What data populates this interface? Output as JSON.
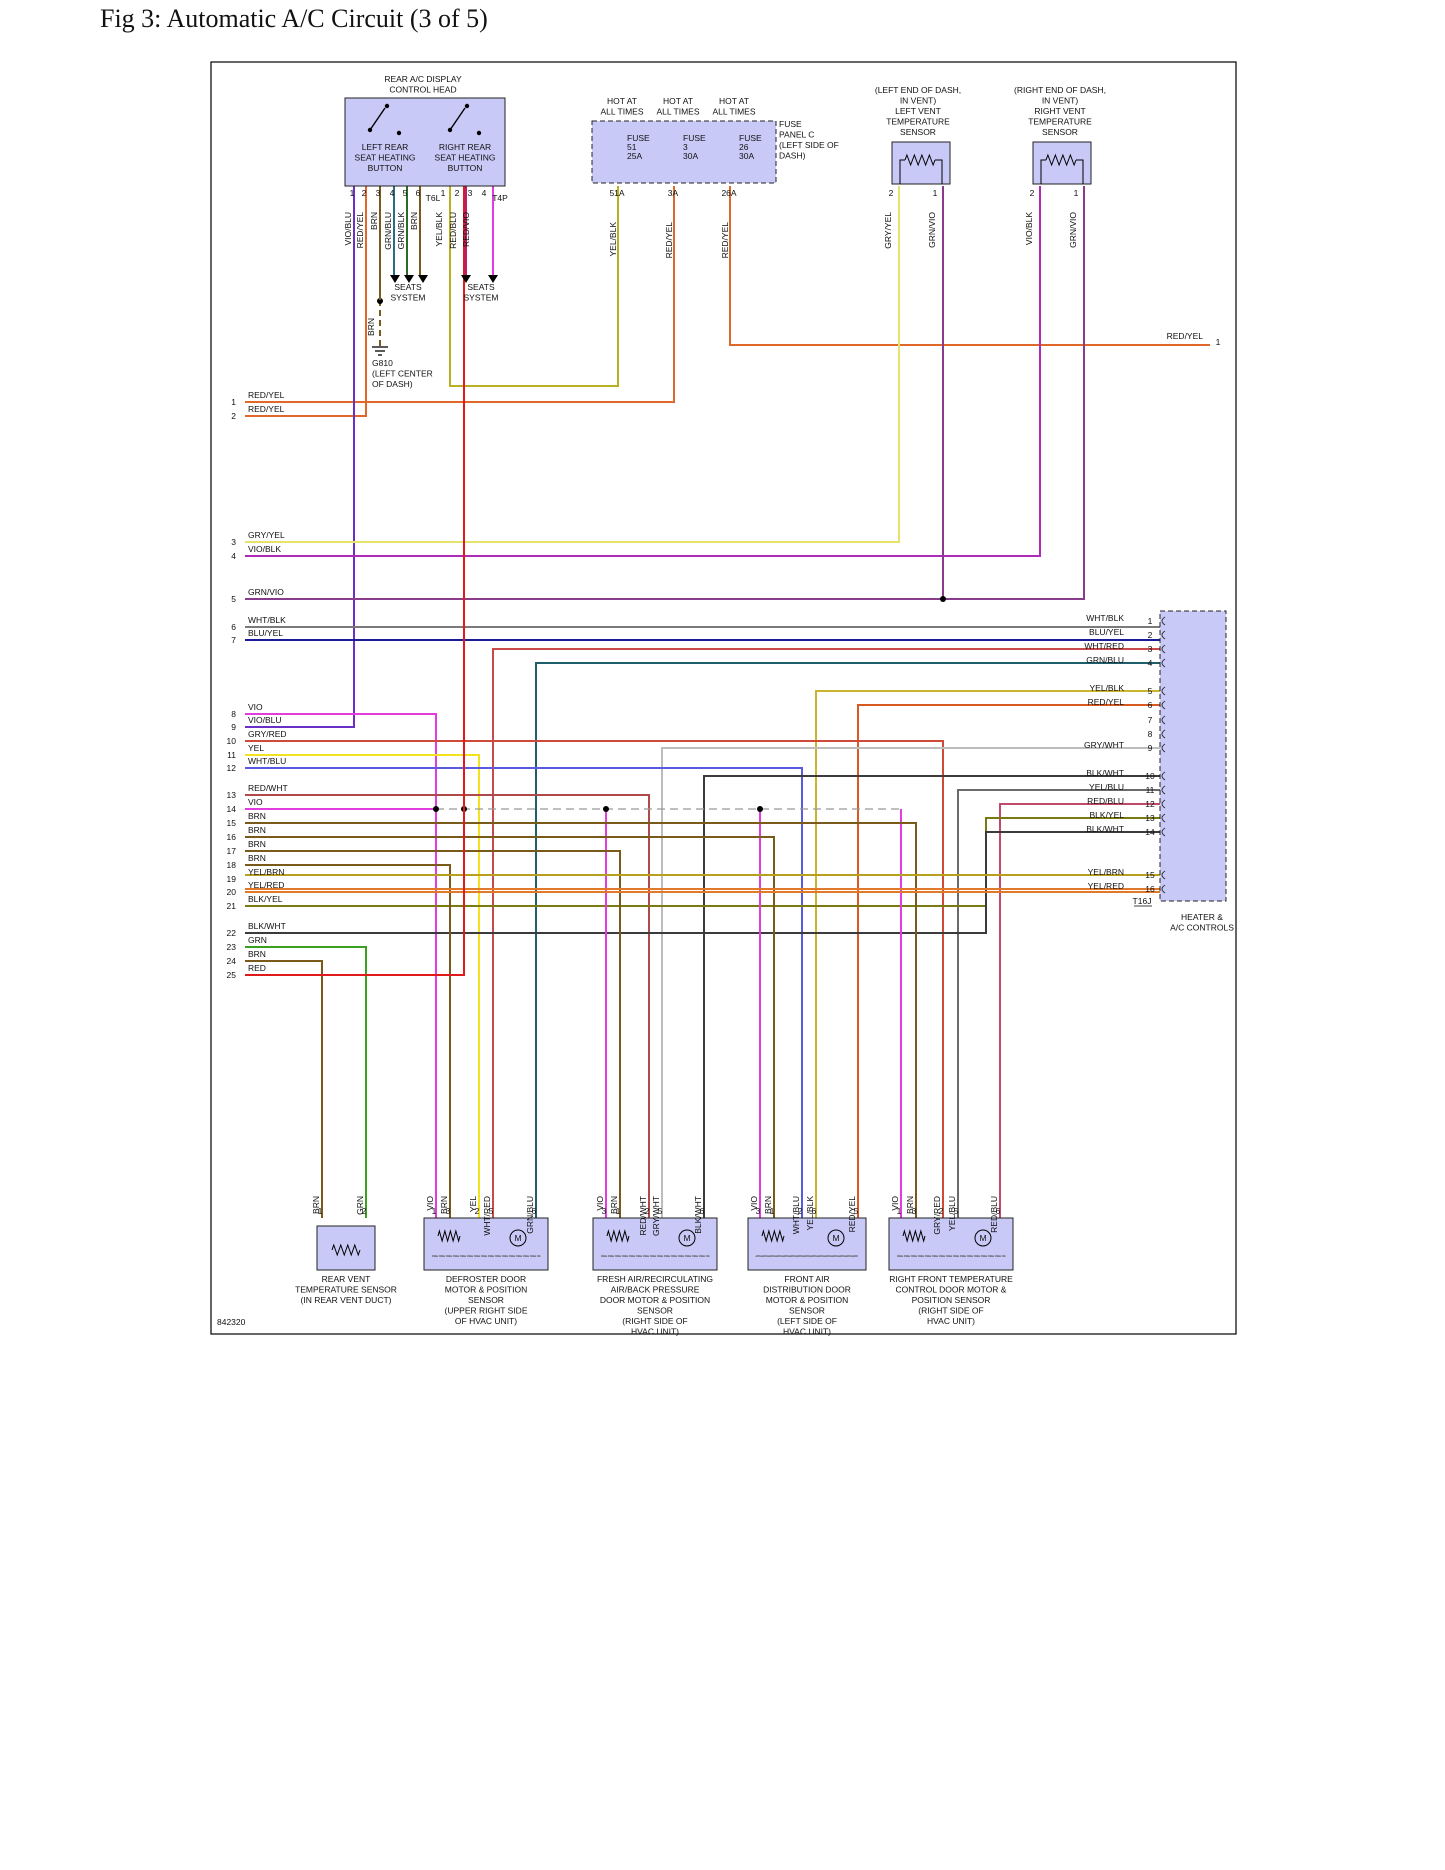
{
  "page": {
    "title": "Fig 3: Automatic A/C Circuit (3 of 5)",
    "figure_id": "842320"
  },
  "colors": {
    "red_yel": "#e0682a",
    "vio_blu": "#6a2fc9",
    "vio": "#e23be0",
    "vio_blk": "#b02ab8",
    "gry_yel": "#e6e36c",
    "grn_vio": "#8a3c8c",
    "wht_blk": "#7a7a7a",
    "blu_yel": "#1b1b9a",
    "wht_red": "#c94a4a",
    "grn_blu": "#1f5f6b",
    "yel_blk": "#c9b52e",
    "gry_red": "#d04a3a",
    "gry_wht": "#bdbdbd",
    "blk_wht": "#3b3b3b",
    "yel_blu": "#6a6a6a",
    "red_blu": "#c04a6a",
    "blk_yel": "#7a7a10",
    "brn": "#7a5a1a",
    "yel": "#f2e21f",
    "wht_blu": "#5a5ae0",
    "red_wht": "#b04a4a",
    "yel_brn": "#b8a01e",
    "yel_red": "#e07a2a",
    "grn": "#3aa020",
    "red": "#e01a1a",
    "yel_blk2": "#b8b020",
    "red_vio": "#b0207a",
    "grn_blk": "#2a6a2a",
    "grn_blu2": "#2a6a8a",
    "red_yel2": "#d85a20"
  },
  "components": {
    "rear_display": {
      "heading": [
        "REAR A/C DISPLAY",
        "CONTROL HEAD"
      ],
      "left_button": [
        "LEFT REAR",
        "SEAT HEATING",
        "BUTTON"
      ],
      "right_button": [
        "RIGHT REAR",
        "SEAT HEATING",
        "BUTTON"
      ],
      "connector": "T4P",
      "conn2": "T6L"
    },
    "fuse_panel": {
      "hot": [
        "HOT AT",
        "ALL TIMES"
      ],
      "fuses": [
        {
          "name": "FUSE",
          "num": "51",
          "amp": "25A",
          "pin": "51A"
        },
        {
          "name": "FUSE",
          "num": "3",
          "amp": "30A",
          "pin": "3A"
        },
        {
          "name": "FUSE",
          "num": "26",
          "amp": "30A",
          "pin": "26A"
        }
      ],
      "label": [
        "FUSE",
        "PANEL C",
        "(LEFT SIDE OF",
        "DASH)"
      ]
    },
    "left_vent": [
      "(LEFT END OF DASH,",
      "IN VENT)",
      "LEFT VENT",
      "TEMPERATURE",
      "SENSOR"
    ],
    "right_vent": [
      "(RIGHT END OF DASH,",
      "IN VENT)",
      "RIGHT VENT",
      "TEMPERATURE",
      "SENSOR"
    ],
    "seats_system": [
      "SEATS",
      "SYSTEM"
    ],
    "ground": [
      "G810",
      "(LEFT CENTER",
      "OF DASH)"
    ],
    "heater": {
      "label": [
        "HEATER &",
        "A/C CONTROLS"
      ],
      "connector": "T16J"
    },
    "bottom": [
      {
        "label": [
          "REAR VENT",
          "TEMPERATURE SENSOR",
          "(IN REAR VENT DUCT)"
        ]
      },
      {
        "label": [
          "DEFROSTER DOOR",
          "MOTOR & POSITION",
          "SENSOR",
          "(UPPER RIGHT SIDE",
          "OF HVAC UNIT)"
        ]
      },
      {
        "label": [
          "FRESH AIR/RECIRCULATING",
          "AIR/BACK PRESSURE",
          "DOOR MOTOR & POSITION",
          "SENSOR",
          "(RIGHT SIDE OF",
          "HVAC UNIT)"
        ]
      },
      {
        "label": [
          "FRONT AIR",
          "DISTRIBUTION DOOR",
          "MOTOR & POSITION",
          "SENSOR",
          "(LEFT SIDE OF",
          "HVAC UNIT)"
        ]
      },
      {
        "label": [
          "RIGHT FRONT TEMPERATURE",
          "CONTROL DOOR MOTOR &",
          "POSITION SENSOR",
          "(RIGHT SIDE OF",
          "HVAC UNIT)"
        ]
      }
    ]
  },
  "left_wires": [
    {
      "num": "1",
      "label": "RED/YEL"
    },
    {
      "num": "2",
      "label": "RED/YEL"
    },
    {
      "num": "3",
      "label": "GRY/YEL"
    },
    {
      "num": "4",
      "label": "VIO/BLK"
    },
    {
      "num": "5",
      "label": "GRN/VIO"
    },
    {
      "num": "6",
      "label": "WHT/BLK"
    },
    {
      "num": "7",
      "label": "BLU/YEL"
    },
    {
      "num": "8",
      "label": "VIO"
    },
    {
      "num": "9",
      "label": "VIO/BLU"
    },
    {
      "num": "10",
      "label": "GRY/RED"
    },
    {
      "num": "11",
      "label": "YEL"
    },
    {
      "num": "12",
      "label": "WHT/BLU"
    },
    {
      "num": "13",
      "label": "RED/WHT"
    },
    {
      "num": "14",
      "label": "VIO"
    },
    {
      "num": "15",
      "label": "BRN"
    },
    {
      "num": "16",
      "label": "BRN"
    },
    {
      "num": "17",
      "label": "BRN"
    },
    {
      "num": "18",
      "label": "BRN"
    },
    {
      "num": "19",
      "label": "YEL/BRN"
    },
    {
      "num": "20",
      "label": "YEL/RED"
    },
    {
      "num": "21",
      "label": "BLK/YEL"
    },
    {
      "num": "22",
      "label": "BLK/WHT"
    },
    {
      "num": "23",
      "label": "GRN"
    },
    {
      "num": "24",
      "label": "BRN"
    },
    {
      "num": "25",
      "label": "RED"
    }
  ],
  "right_wires": [
    {
      "num": "1",
      "label": "WHT/BLK"
    },
    {
      "num": "2",
      "label": "BLU/YEL"
    },
    {
      "num": "3",
      "label": "WHT/RED"
    },
    {
      "num": "4",
      "label": "GRN/BLU"
    },
    {
      "num": "5",
      "label": "YEL/BLK"
    },
    {
      "num": "6",
      "label": "RED/YEL"
    },
    {
      "num": "7",
      "label": ""
    },
    {
      "num": "8",
      "label": ""
    },
    {
      "num": "9",
      "label": "GRY/WHT"
    },
    {
      "num": "10",
      "label": "BLK/WHT"
    },
    {
      "num": "11",
      "label": "YEL/BLU"
    },
    {
      "num": "12",
      "label": "RED/BLU"
    },
    {
      "num": "13",
      "label": "BLK/YEL"
    },
    {
      "num": "14",
      "label": "BLK/WHT"
    },
    {
      "num": "15",
      "label": "YEL/BRN"
    },
    {
      "num": "16",
      "label": "YEL/RED"
    }
  ],
  "red_yel_top": {
    "label": "RED/YEL",
    "num": "1"
  },
  "top_pins": {
    "display": [
      {
        "pin": "1",
        "label": "VIO/BLU"
      },
      {
        "pin": "2",
        "label": "RED/YEL"
      },
      {
        "pin": "3",
        "label": "BRN"
      },
      {
        "pin": "4",
        "label": "GRN/BLU"
      },
      {
        "pin": "5",
        "label": "GRN/BLK"
      },
      {
        "pin": "6",
        "label": "BRN"
      },
      {
        "pin": "1",
        "label": "YEL/BLK"
      },
      {
        "pin": "2",
        "label": "RED/BLU"
      },
      {
        "pin": "3",
        "label": "RED/VIO"
      },
      {
        "pin": "4",
        "label": ""
      }
    ],
    "fuse": [
      {
        "pin": "51A",
        "label": "YEL/BLK"
      },
      {
        "pin": "3A",
        "label": "RED/YEL"
      },
      {
        "pin": "26A",
        "label": "RED/YEL"
      }
    ],
    "lvent": [
      {
        "pin": "2",
        "label": "GRY/YEL"
      },
      {
        "pin": "1",
        "label": "GRN/VIO"
      }
    ],
    "rvent": [
      {
        "pin": "2",
        "label": "VIO/BLK"
      },
      {
        "pin": "1",
        "label": "GRN/VIO"
      }
    ],
    "ground_brn": "BRN"
  },
  "bottom_pins": {
    "rear": [
      {
        "pin": "1",
        "label": "BRN"
      },
      {
        "pin": "2",
        "label": "GRN"
      }
    ],
    "defroster": [
      {
        "pin": "1",
        "label": "VIO"
      },
      {
        "pin": "3",
        "label": "BRN"
      },
      {
        "pin": "2",
        "label": "YEL"
      },
      {
        "pin": "5",
        "label": "WHT/RED"
      },
      {
        "pin": "6",
        "label": "GRN/BLU"
      }
    ],
    "fresh": [
      {
        "pin": "3",
        "label": "VIO"
      },
      {
        "pin": "1",
        "label": "BRN"
      },
      {
        "pin": "2",
        "label": "RED/WHT"
      },
      {
        "pin": "5",
        "label": "GRY/WHT"
      },
      {
        "pin": "6",
        "label": "BLK/WHT"
      }
    ],
    "front": [
      {
        "pin": "3",
        "label": "VIO"
      },
      {
        "pin": "1",
        "label": "BRN"
      },
      {
        "pin": "2",
        "label": "WHT/BLU"
      },
      {
        "pin": "6",
        "label": "YEL/BLK"
      },
      {
        "pin": "5",
        "label": "RED/YEL"
      }
    ],
    "rightfront": [
      {
        "pin": "1",
        "label": "VIO"
      },
      {
        "pin": "3",
        "label": "BRN"
      },
      {
        "pin": "2",
        "label": "GRY/RED"
      },
      {
        "pin": "5",
        "label": "YEL/BLU"
      },
      {
        "pin": "6",
        "label": "RED/BLU"
      }
    ]
  },
  "motor_symbol": "M"
}
